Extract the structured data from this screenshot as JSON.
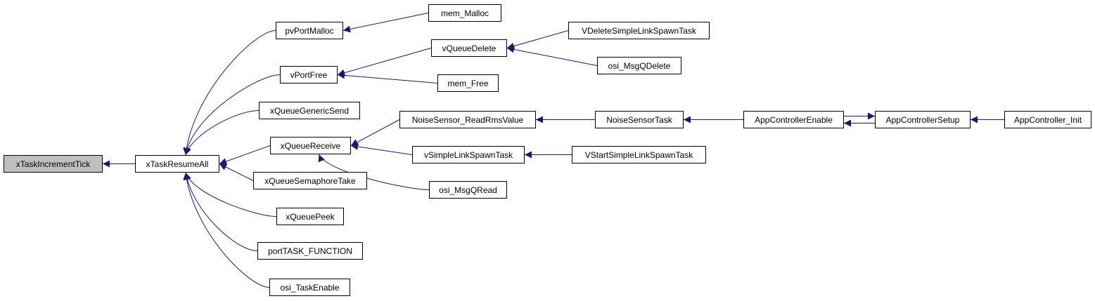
{
  "graph": {
    "nodes": [
      {
        "id": "xTaskIncrementTick",
        "label": "xTaskIncrementTick",
        "highlight": true
      },
      {
        "id": "xTaskResumeAll",
        "label": "xTaskResumeAll"
      },
      {
        "id": "pvPortMalloc",
        "label": "pvPortMalloc"
      },
      {
        "id": "mem_Malloc",
        "label": "mem_Malloc"
      },
      {
        "id": "vPortFree",
        "label": "vPortFree"
      },
      {
        "id": "vQueueDelete",
        "label": "vQueueDelete"
      },
      {
        "id": "VDeleteSimpleLinkSpawnTask",
        "label": "VDeleteSimpleLinkSpawnTask"
      },
      {
        "id": "osi_MsgQDelete",
        "label": "osi_MsgQDelete"
      },
      {
        "id": "mem_Free",
        "label": "mem_Free"
      },
      {
        "id": "xQueueGenericSend",
        "label": "xQueueGenericSend"
      },
      {
        "id": "xQueueReceive",
        "label": "xQueueReceive"
      },
      {
        "id": "NoiseSensor_ReadRmsValue",
        "label": "NoiseSensor_ReadRmsValue"
      },
      {
        "id": "NoiseSensorTask",
        "label": "NoiseSensorTask"
      },
      {
        "id": "AppControllerEnable",
        "label": "AppControllerEnable"
      },
      {
        "id": "AppControllerSetup",
        "label": "AppControllerSetup"
      },
      {
        "id": "AppController_Init",
        "label": "AppController_Init"
      },
      {
        "id": "vSimpleLinkSpawnTask",
        "label": "vSimpleLinkSpawnTask"
      },
      {
        "id": "VStartSimpleLinkSpawnTask",
        "label": "VStartSimpleLinkSpawnTask"
      },
      {
        "id": "osi_MsgQRead",
        "label": "osi_MsgQRead"
      },
      {
        "id": "xQueueSemaphoreTake",
        "label": "xQueueSemaphoreTake"
      },
      {
        "id": "xQueuePeek",
        "label": "xQueuePeek"
      },
      {
        "id": "portTASK_FUNCTION",
        "label": "portTASK_FUNCTION"
      },
      {
        "id": "osi_TaskEnable",
        "label": "osi_TaskEnable"
      }
    ],
    "edges": [
      {
        "from": "xTaskResumeAll",
        "to": "xTaskIncrementTick"
      },
      {
        "from": "pvPortMalloc",
        "to": "xTaskResumeAll"
      },
      {
        "from": "vPortFree",
        "to": "xTaskResumeAll"
      },
      {
        "from": "xQueueGenericSend",
        "to": "xTaskResumeAll"
      },
      {
        "from": "xQueueReceive",
        "to": "xTaskResumeAll"
      },
      {
        "from": "xQueueSemaphoreTake",
        "to": "xTaskResumeAll"
      },
      {
        "from": "xQueuePeek",
        "to": "xTaskResumeAll"
      },
      {
        "from": "portTASK_FUNCTION",
        "to": "xTaskResumeAll"
      },
      {
        "from": "osi_TaskEnable",
        "to": "xTaskResumeAll"
      },
      {
        "from": "mem_Malloc",
        "to": "pvPortMalloc"
      },
      {
        "from": "vQueueDelete",
        "to": "vPortFree"
      },
      {
        "from": "mem_Free",
        "to": "vPortFree"
      },
      {
        "from": "VDeleteSimpleLinkSpawnTask",
        "to": "vQueueDelete"
      },
      {
        "from": "osi_MsgQDelete",
        "to": "vQueueDelete"
      },
      {
        "from": "NoiseSensor_ReadRmsValue",
        "to": "xQueueReceive"
      },
      {
        "from": "vSimpleLinkSpawnTask",
        "to": "xQueueReceive"
      },
      {
        "from": "osi_MsgQRead",
        "to": "xQueueReceive"
      },
      {
        "from": "NoiseSensorTask",
        "to": "NoiseSensor_ReadRmsValue"
      },
      {
        "from": "AppControllerEnable",
        "to": "NoiseSensorTask"
      },
      {
        "from": "AppControllerSetup",
        "to": "AppControllerEnable"
      },
      {
        "from": "AppControllerEnable",
        "to": "AppControllerSetup"
      },
      {
        "from": "AppController_Init",
        "to": "AppControllerSetup"
      },
      {
        "from": "VStartSimpleLinkSpawnTask",
        "to": "vSimpleLinkSpawnTask"
      }
    ]
  },
  "colors": {
    "edge": "#191970",
    "node_border": "#000000",
    "node_fill": "#ffffff",
    "highlight_fill": "#bfbfbf"
  }
}
